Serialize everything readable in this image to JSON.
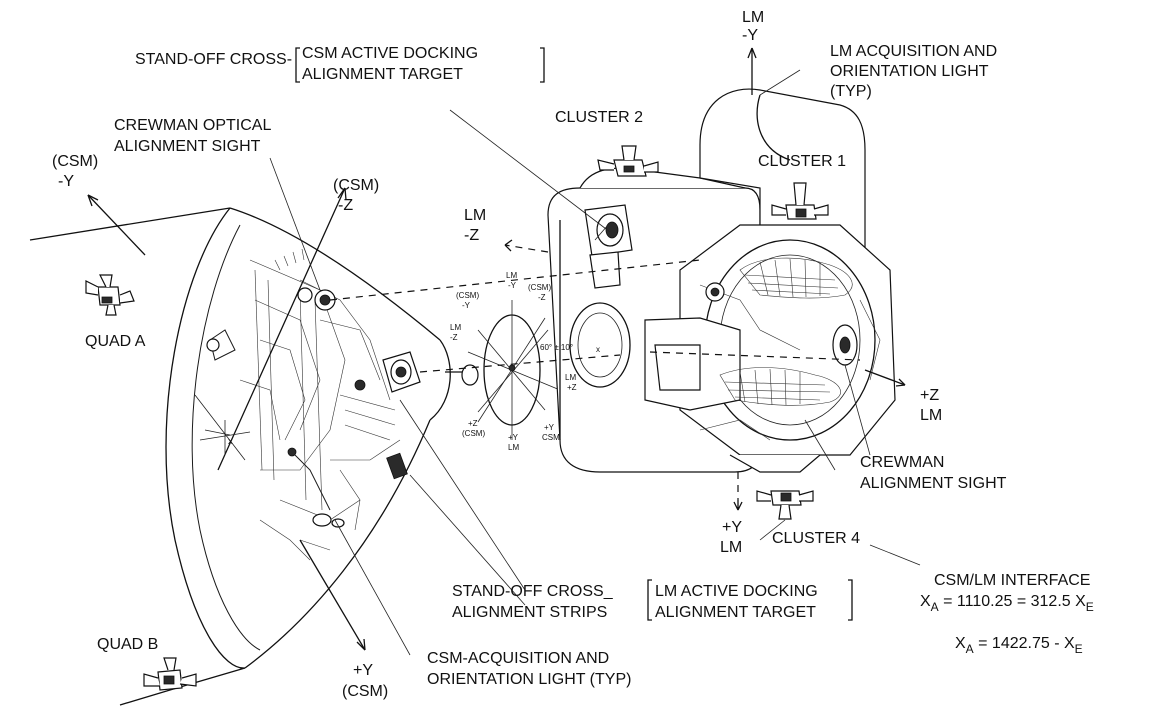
{
  "labels": {
    "standoff_cross_csm": "STAND-OFF CROSS-",
    "csm_target_line1": "CSM ACTIVE DOCKING",
    "csm_target_line2": "ALIGNMENT TARGET",
    "lm_minus_y_1": "LM",
    "lm_minus_y_2": "-Y",
    "lm_acq_line1": "LM ACQUISITION AND",
    "lm_acq_line2": "ORIENTATION LIGHT",
    "lm_acq_line3": "(TYP)",
    "crewman_optical_line1": "CREWMAN OPTICAL",
    "crewman_optical_line2": "ALIGNMENT SIGHT",
    "cluster2": "CLUSTER 2",
    "cluster1": "CLUSTER 1",
    "csm_minus_y_1": "(CSM)",
    "csm_minus_y_2": "-Y",
    "csm_minus_z_1": "(CSM)",
    "csm_minus_z_2": "-Z",
    "lm_minus_z_1": "LM",
    "lm_minus_z_2": "-Z",
    "quad_a": "QUAD A",
    "quad_b": "QUAD B",
    "x_mark": "x",
    "plus_z_lm_1": "+Z",
    "plus_z_lm_2": "LM",
    "crewman_sight_line1": "CREWMAN",
    "crewman_sight_line2": "ALIGNMENT SIGHT",
    "plus_y_lm_1": "+Y",
    "plus_y_lm_2": "LM",
    "cluster4": "CLUSTER 4",
    "interface_title": "CSM/LM INTERFACE",
    "interface_eq1": "X",
    "interface_eq1_sub": "A",
    "interface_eq1_rest": " = 1110.25 = 312.5 X",
    "interface_eq1_sub2": "E",
    "interface_eq2": "X",
    "interface_eq2_sub": "A",
    "interface_eq2_rest": " = 1422.75 - X",
    "interface_eq2_sub2": "E",
    "standoff_strips_1": "STAND-OFF CROSS_",
    "standoff_strips_2": "ALIGNMENT STRIPS",
    "lm_target_line1": "LM ACTIVE DOCKING",
    "lm_target_line2": "ALIGNMENT TARGET",
    "csm_acq_line1": "CSM-ACQUISITION AND",
    "csm_acq_line2": "ORIENTATION LIGHT (TYP)",
    "plus_y_csm_1": "+Y",
    "plus_y_csm_2": "(CSM)",
    "small_lm_y_1": "LM",
    "small_lm_y_2": "-Y",
    "small_csm_y_1": "(CSM)",
    "small_csm_y_2": "-Y",
    "small_csm_z_1": "(CSM)",
    "small_csm_z_2": "-Z",
    "small_lm_z_1": "LM",
    "small_lm_z_2": "-Z",
    "small_angle": "60° ± 10°",
    "small_x": "x",
    "small_lm_pz_1": "LM",
    "small_lm_pz_2": "+Z",
    "small_pz_csm_1": "+Z",
    "small_pz_csm_2": "(CSM)",
    "small_py_lm_1": "+Y",
    "small_py_lm_2": "LM",
    "small_py_csm_1": "+Y",
    "small_py_csm_2": "CSM"
  }
}
